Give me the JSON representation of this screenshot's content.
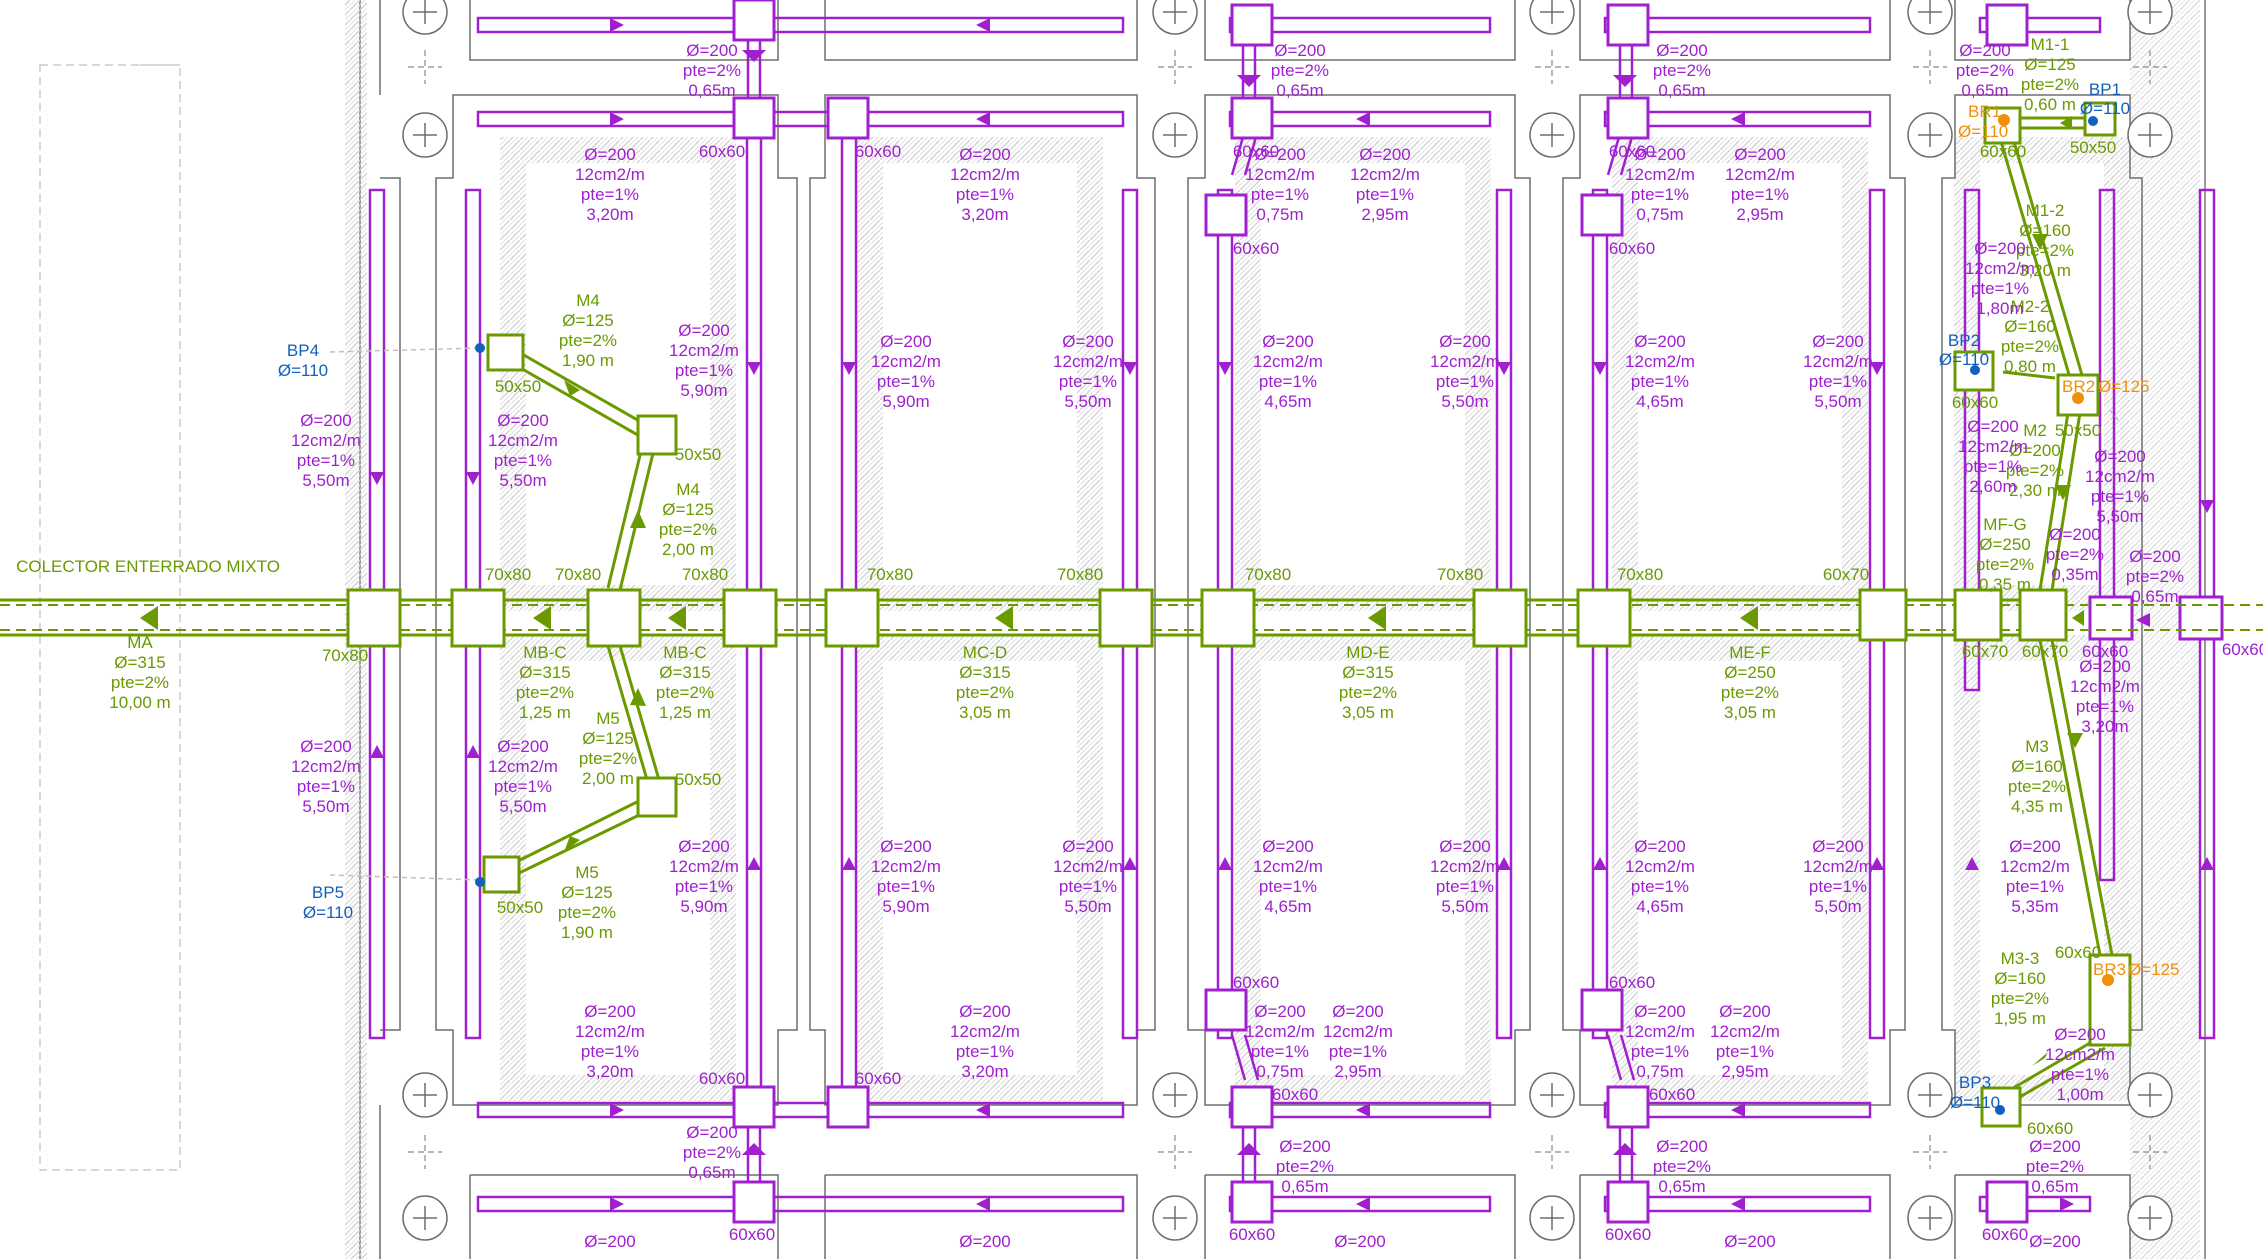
{
  "colors": {
    "drain": "#a020d0",
    "collector": "#6a9a00",
    "pluvial": "#1060c0",
    "branch": "#f0900a",
    "structure": "#707070",
    "hatch": "#d0d0d0"
  },
  "collector_title": "COLECTOR ENTERRADO MIXTO",
  "main_collector": {
    "name": "MA",
    "diam": "Ø=315",
    "slope": "pte=2%",
    "length": "10,00 m"
  },
  "segments": [
    {
      "name": "MB-C",
      "diam": "Ø=315",
      "slope": "pte=2%",
      "length": "1,25 m"
    },
    {
      "name": "MB-C",
      "diam": "Ø=315",
      "slope": "pte=2%",
      "length": "1,25 m"
    },
    {
      "name": "MC-D",
      "diam": "Ø=315",
      "slope": "pte=2%",
      "length": "3,05 m"
    },
    {
      "name": "MD-E",
      "diam": "Ø=315",
      "slope": "pte=2%",
      "length": "3,05 m"
    },
    {
      "name": "ME-F",
      "diam": "Ø=250",
      "slope": "pte=2%",
      "length": "3,05 m"
    }
  ],
  "manhole_sizes": {
    "m70x80": "70x80",
    "m60x70": "60x70",
    "m60x60": "60x60",
    "m50x50": "50x50",
    "m50x50b": "50x50"
  },
  "branches": {
    "M4a": {
      "name": "M4",
      "diam": "Ø=125",
      "slope": "pte=2%",
      "length": "1,90 m"
    },
    "M4b": {
      "name": "M4",
      "diam": "Ø=125",
      "slope": "pte=2%",
      "length": "2,00 m"
    },
    "M5a": {
      "name": "M5",
      "diam": "Ø=125",
      "slope": "pte=2%",
      "length": "2,00 m"
    },
    "M5b": {
      "name": "M5",
      "diam": "Ø=125",
      "slope": "pte=2%",
      "length": "1,90 m"
    },
    "M1_1": {
      "name": "M1-1",
      "diam": "Ø=125",
      "slope": "pte=2%",
      "length": "0,60 m"
    },
    "M1_2": {
      "name": "M1-2",
      "diam": "Ø=160",
      "slope": "pte=2%",
      "length": "3,20 m"
    },
    "M2_2": {
      "name": "M2-2",
      "diam": "Ø=160",
      "slope": "pte=2%",
      "length": "0,80 m"
    },
    "M2": {
      "name": "M2",
      "diam": "Ø=200",
      "slope": "pte=2%",
      "length": "2,30 m"
    },
    "MFG": {
      "name": "MF-G",
      "diam": "Ø=250",
      "slope": "pte=2%",
      "length": "0,35 m"
    },
    "M3": {
      "name": "M3",
      "diam": "Ø=160",
      "slope": "pte=2%",
      "length": "4,35 m"
    },
    "M3_3": {
      "name": "M3-3",
      "diam": "Ø=160",
      "slope": "pte=2%",
      "length": "1,95 m"
    }
  },
  "pluvials": {
    "BP1": {
      "name": "BP1",
      "diam": "Ø=110"
    },
    "BP2": {
      "name": "BP2",
      "diam": "Ø=110"
    },
    "BP3": {
      "name": "BP3",
      "diam": "Ø=110"
    },
    "BP4": {
      "name": "BP4",
      "diam": "Ø=110"
    },
    "BP5": {
      "name": "BP5",
      "diam": "Ø=110"
    }
  },
  "rainwater_branches": {
    "BR1": {
      "name": "BR1",
      "diam": "Ø=110"
    },
    "BR2": {
      "name": "BR2",
      "diam": "Ø=125"
    },
    "BR3": {
      "name": "BR3",
      "diam": "Ø=125"
    }
  },
  "drain_labels": {
    "d1": {
      "diam": "Ø=200",
      "rate": "12cm2/m",
      "slope": "pte=1%",
      "length": "5,50m"
    },
    "d2": {
      "diam": "Ø=200",
      "rate": "12cm2/m",
      "slope": "pte=1%",
      "length": "5,90m"
    },
    "d3": {
      "diam": "Ø=200",
      "rate": "12cm2/m",
      "slope": "pte=1%",
      "length": "4,65m"
    },
    "d4": {
      "diam": "Ø=200",
      "rate": "12cm2/m",
      "slope": "pte=1%",
      "length": "3,20m"
    },
    "d5": {
      "diam": "Ø=200",
      "rate": "12cm2/m",
      "slope": "pte=1%",
      "length": "2,95m"
    },
    "d6": {
      "diam": "Ø=200",
      "rate": "12cm2/m",
      "slope": "pte=1%",
      "length": "0,75m"
    },
    "d7": {
      "diam": "Ø=200",
      "rate": "12cm2/m",
      "slope": "pte=1%",
      "length": "1,80m"
    },
    "d8": {
      "diam": "Ø=200",
      "rate": "12cm2/m",
      "slope": "pte=1%",
      "length": "2,60m"
    },
    "d9": {
      "diam": "Ø=200",
      "rate": "12cm2/m",
      "slope": "pte=1%",
      "length": "5,35m"
    },
    "d10": {
      "diam": "Ø=200",
      "rate": "12cm2/m",
      "slope": "pte=1%",
      "length": "1,00m"
    },
    "d11": {
      "diam": "Ø=200",
      "rate": "pte=1%",
      "slope": "3,20m",
      "length": ""
    },
    "short": {
      "diam": "Ø=200",
      "slope": "pte=2%",
      "length": "0,65m"
    },
    "shortb": {
      "diam": "Ø=200",
      "slope": "pte=2%",
      "length": "0,35m"
    }
  }
}
